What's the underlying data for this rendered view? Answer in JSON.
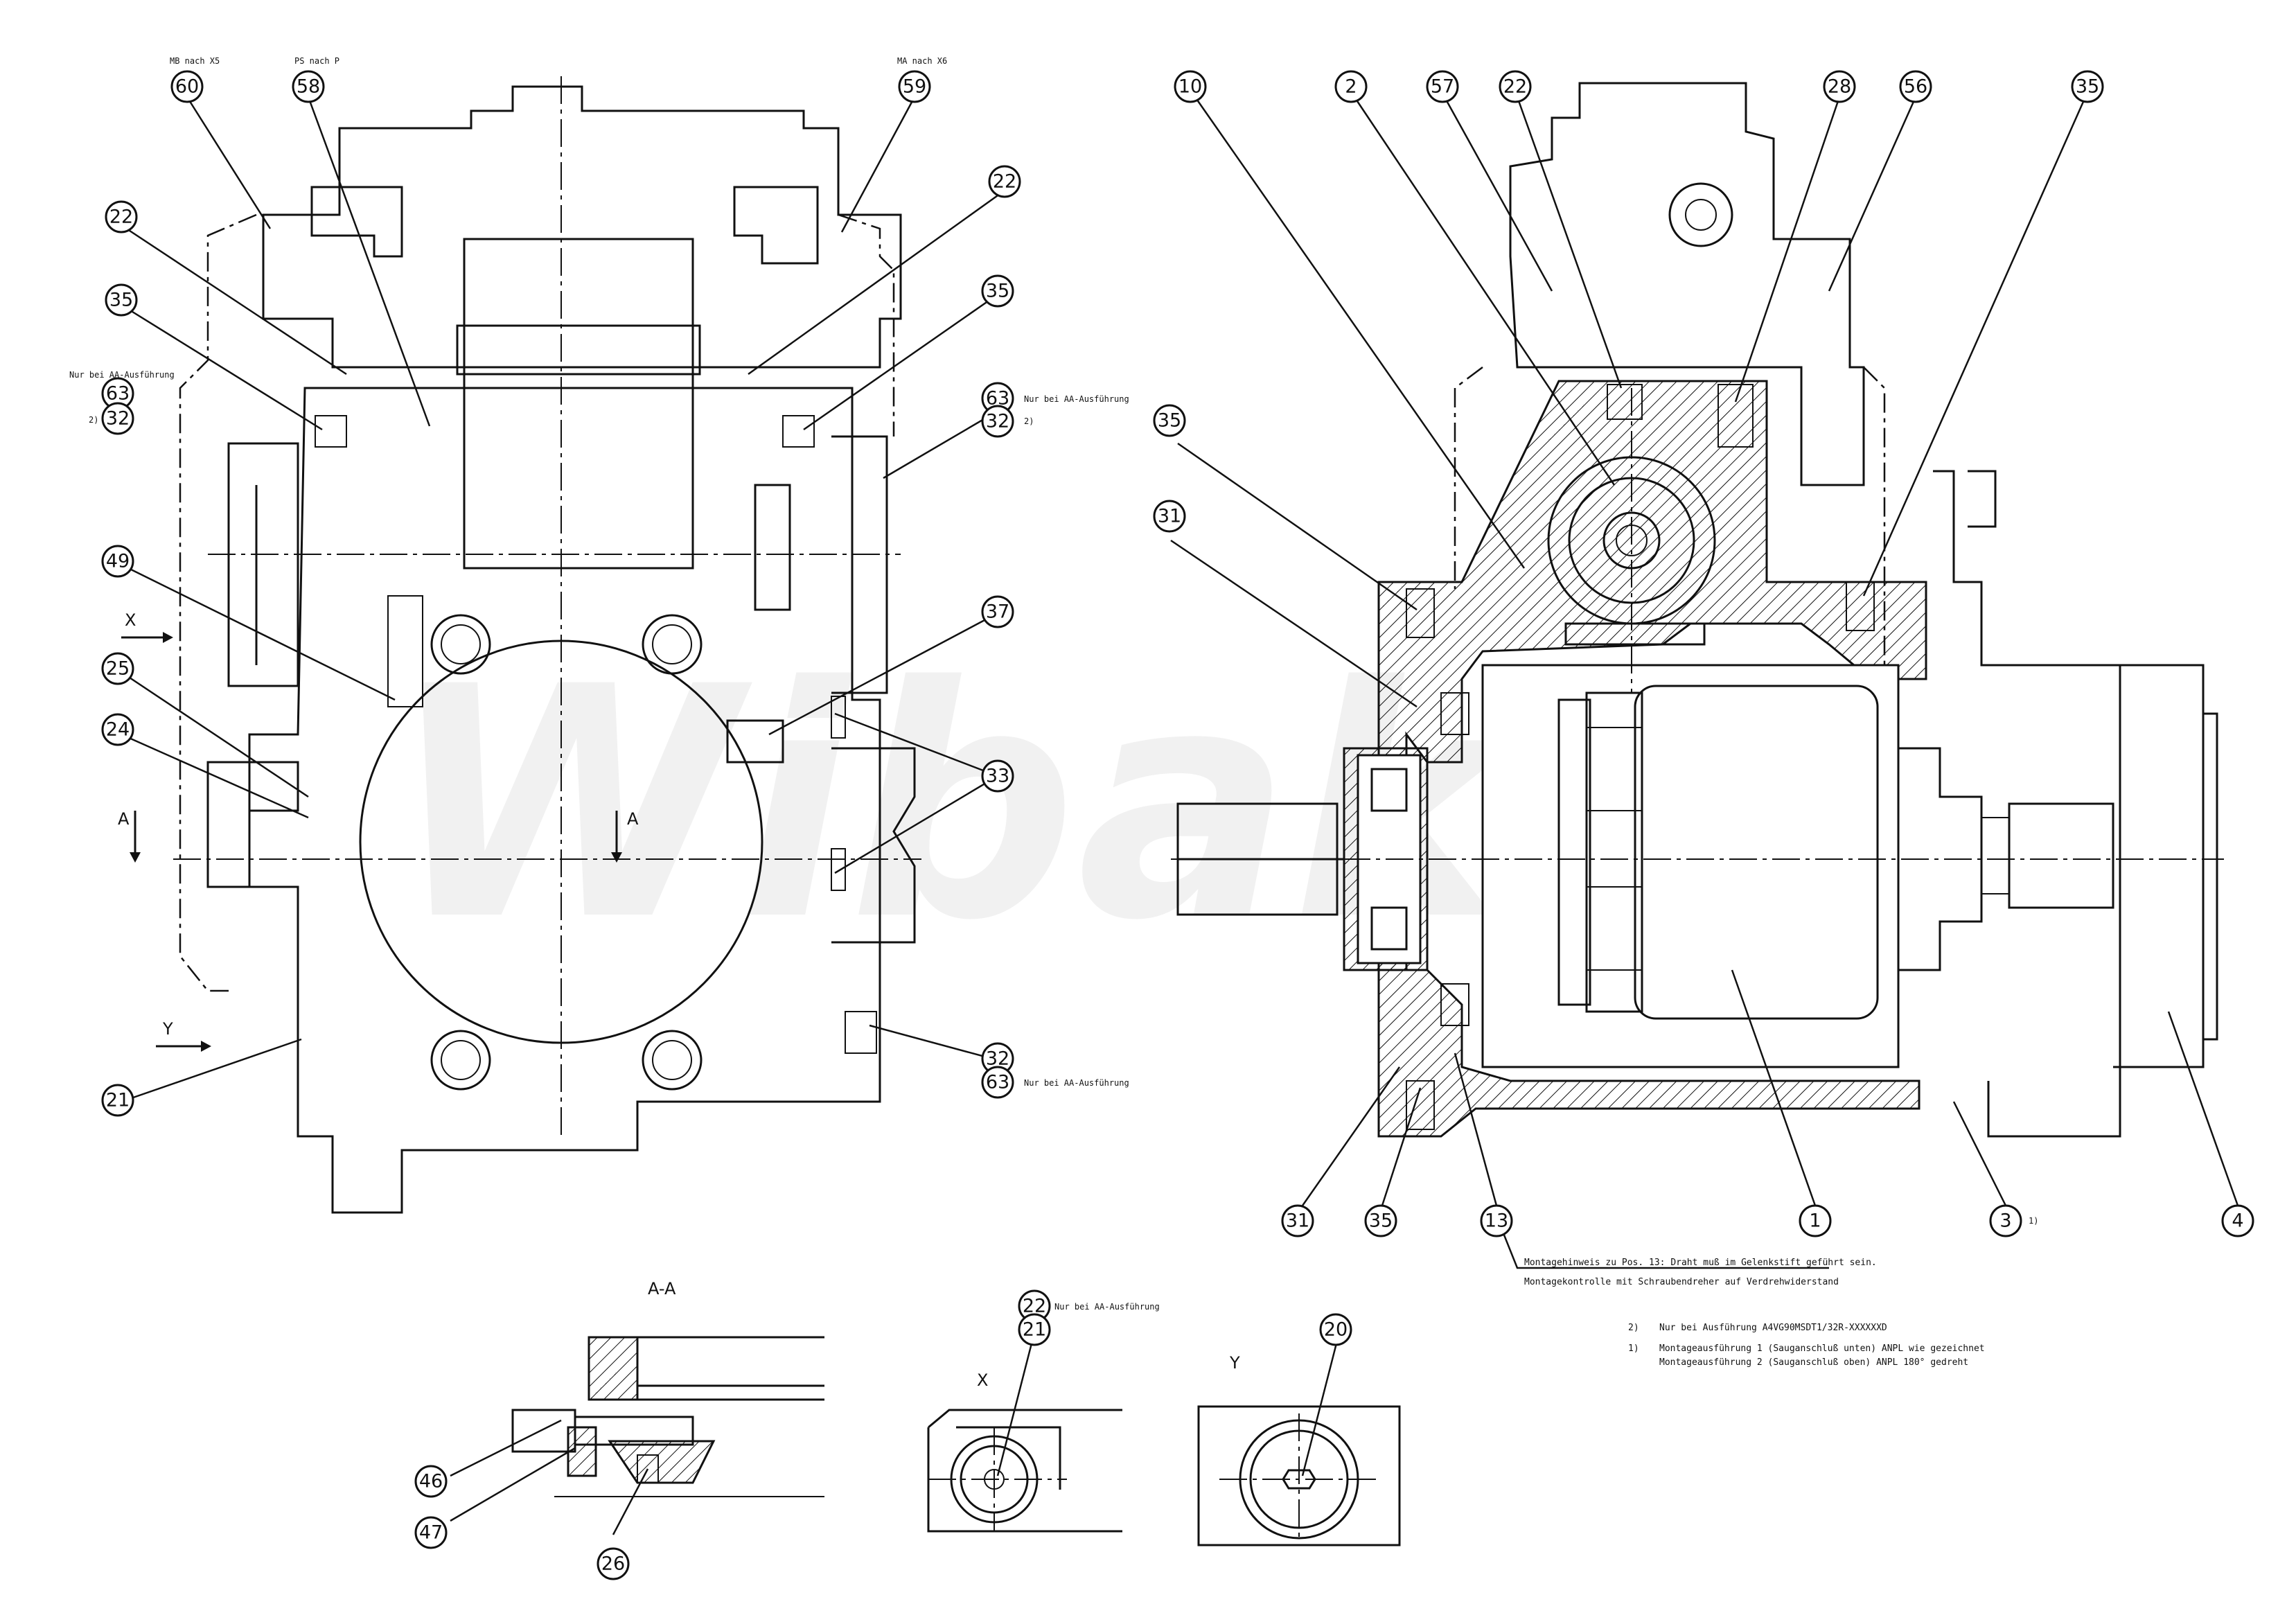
{
  "watermark": "Wibako",
  "balloons": [
    {
      "id": "b60",
      "label": "60"
    },
    {
      "id": "b58",
      "label": "58"
    },
    {
      "id": "b59",
      "label": "59"
    },
    {
      "id": "b22a",
      "label": "22"
    },
    {
      "id": "b22b",
      "label": "22"
    },
    {
      "id": "b35a",
      "label": "35"
    },
    {
      "id": "b35b",
      "label": "35"
    },
    {
      "id": "b63a",
      "label": "63"
    },
    {
      "id": "b32a",
      "label": "32"
    },
    {
      "id": "b63b",
      "label": "63"
    },
    {
      "id": "b32b",
      "label": "32"
    },
    {
      "id": "b49",
      "label": "49"
    },
    {
      "id": "b37",
      "label": "37"
    },
    {
      "id": "b25",
      "label": "25"
    },
    {
      "id": "b24",
      "label": "24"
    },
    {
      "id": "b33",
      "label": "33"
    },
    {
      "id": "b32c",
      "label": "32"
    },
    {
      "id": "b63c",
      "label": "63"
    },
    {
      "id": "b21a",
      "label": "21"
    },
    {
      "id": "b10",
      "label": "10"
    },
    {
      "id": "b2",
      "label": "2"
    },
    {
      "id": "b57",
      "label": "57"
    },
    {
      "id": "b22c",
      "label": "22"
    },
    {
      "id": "b28",
      "label": "28"
    },
    {
      "id": "b56",
      "label": "56"
    },
    {
      "id": "b35c",
      "label": "35"
    },
    {
      "id": "b35d",
      "label": "35"
    },
    {
      "id": "b31a",
      "label": "31"
    },
    {
      "id": "b31b",
      "label": "31"
    },
    {
      "id": "b35e",
      "label": "35"
    },
    {
      "id": "b13",
      "label": "13"
    },
    {
      "id": "b1",
      "label": "1"
    },
    {
      "id": "b3",
      "label": "3"
    },
    {
      "id": "b4",
      "label": "4"
    },
    {
      "id": "b46",
      "label": "46"
    },
    {
      "id": "b47",
      "label": "47"
    },
    {
      "id": "b26",
      "label": "26"
    },
    {
      "id": "b22d",
      "label": "22"
    },
    {
      "id": "b21b",
      "label": "21"
    },
    {
      "id": "b20",
      "label": "20"
    }
  ],
  "notes": {
    "mb_nach_x5": "MB nach X5",
    "ps_nach_p": "PS nach P",
    "ma_nach_x6": "MA nach X6",
    "nur_bei_aa_left": "Nur bei AA-Ausführung",
    "nur_bei_aa_right_top": "Nur bei AA-Ausführung",
    "nur_bei_aa_right_bottom": "Nur bei AA-Ausführung",
    "nur_bei_aa_detail": "Nur bei AA-Ausführung",
    "footnote_2_left": "2)",
    "footnote_2_right": "2)",
    "footnote_1_b3": "1)",
    "montage_line1": "Montagehinweis zu Pos. 13: Draht muß im Gelenkstift geführt sein.",
    "montage_line2": "Montagekontrolle mit Schraubendreher auf Verdrehwiderstand",
    "fn2_label": "2)",
    "fn2_text": "Nur bei Ausführung A4VG90MSDT1/32R-XXXXXXD",
    "fn1_label": "1)",
    "fn1_text_1": "Montageausführung 1 (Sauganschluß unten) ANPL wie gezeichnet",
    "fn1_text_2": "Montageausführung 2 (Sauganschluß oben) ANPL 180° gedreht"
  },
  "view_labels": {
    "x_arrow": "X",
    "y_arrow": "Y",
    "a_left": "A",
    "a_right": "A",
    "section_aa": "A-A",
    "detail_x": "X",
    "detail_y": "Y"
  }
}
